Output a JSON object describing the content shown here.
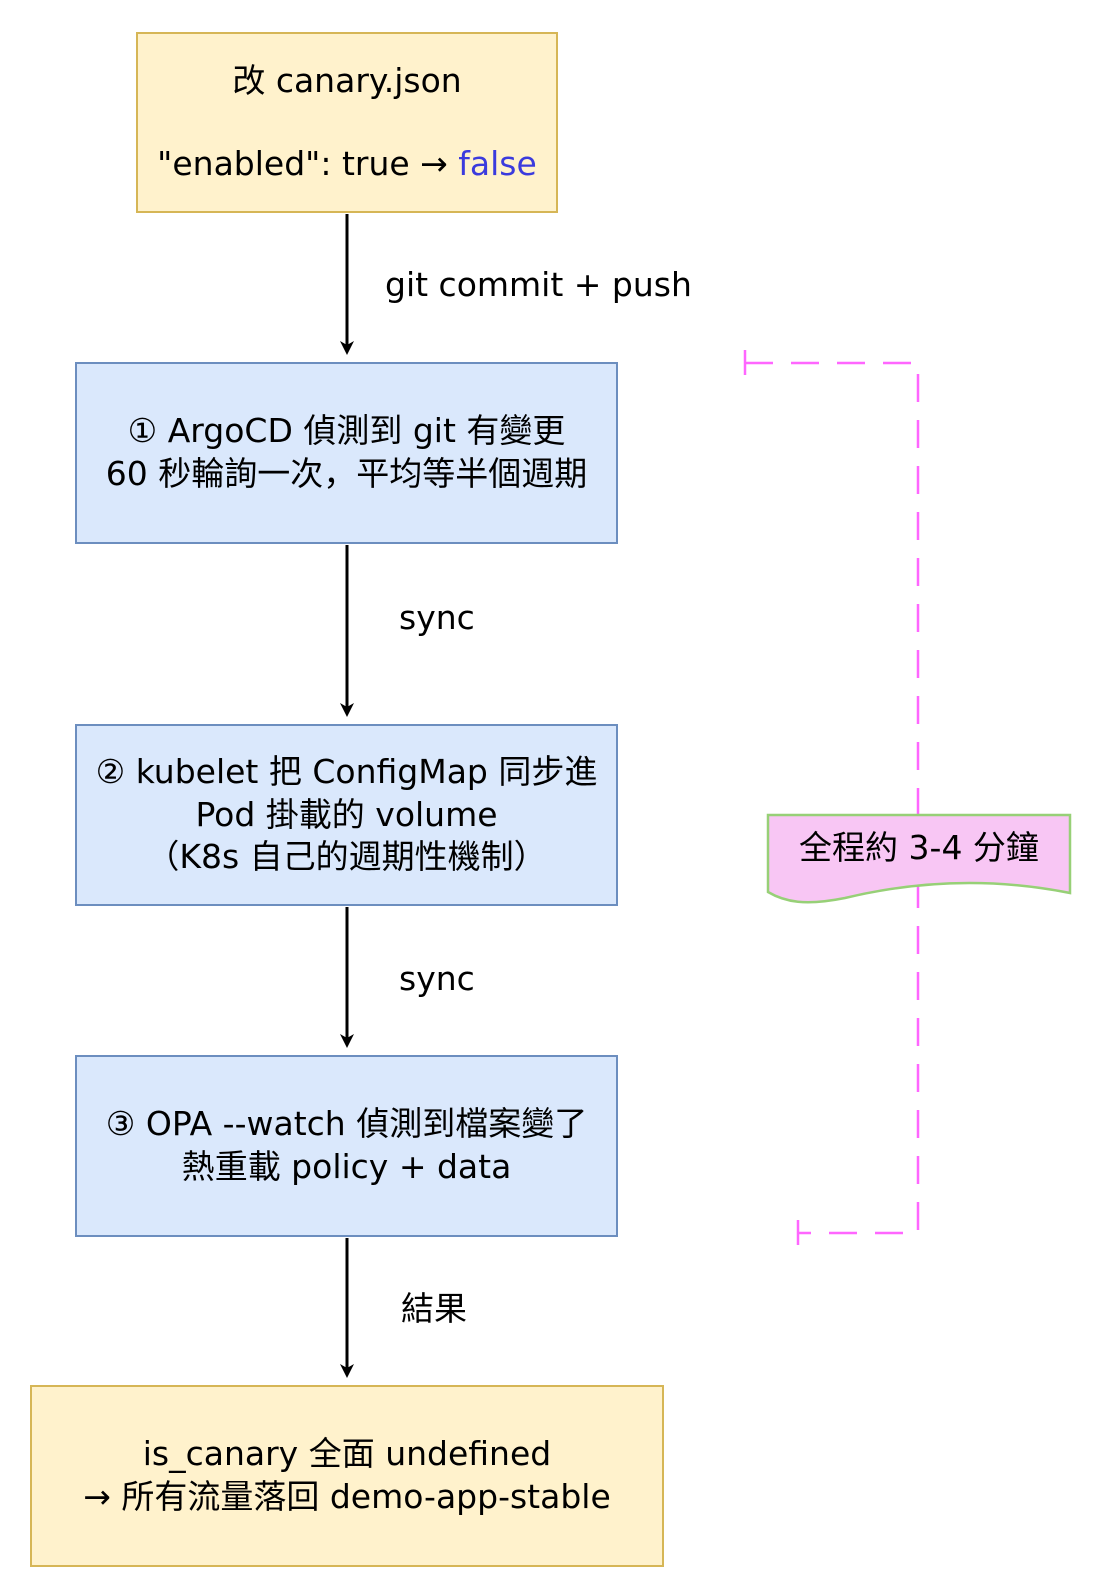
{
  "nodes": {
    "start": {
      "line1": "改 canary.json",
      "line2_prefix": "\"enabled\": true → ",
      "line2_value": "false"
    },
    "argocd": {
      "line1": "① ArgoCD 偵測到 git 有變更",
      "line2": "60 秒輪詢一次，平均等半個週期"
    },
    "kubelet": {
      "line1": "② kubelet 把 ConfigMap 同步進",
      "line2": "Pod 掛載的 volume",
      "line3": "（K8s 自己的週期性機制）"
    },
    "opa": {
      "line1": "③ OPA --watch 偵測到檔案變了",
      "line2": "熱重載 policy + data"
    },
    "result": {
      "line1": "is_canary 全面 undefined",
      "line2": "→ 所有流量落回 demo-app-stable"
    }
  },
  "edges": {
    "commit": "git commit + push",
    "sync1": "sync",
    "sync2": "sync",
    "result": "結果"
  },
  "note": {
    "text": "全程約 3-4 分鐘"
  },
  "colors": {
    "yellow_fill": "#fff2cc",
    "yellow_stroke": "#d6b656",
    "blue_fill": "#dae8fc",
    "blue_stroke": "#6c8ebf",
    "note_fill": "#f8c6f4",
    "note_stroke": "#97d077",
    "bracket": "#ff66ff",
    "accent_false": "#3b3bdd",
    "arrow": "#000000"
  }
}
